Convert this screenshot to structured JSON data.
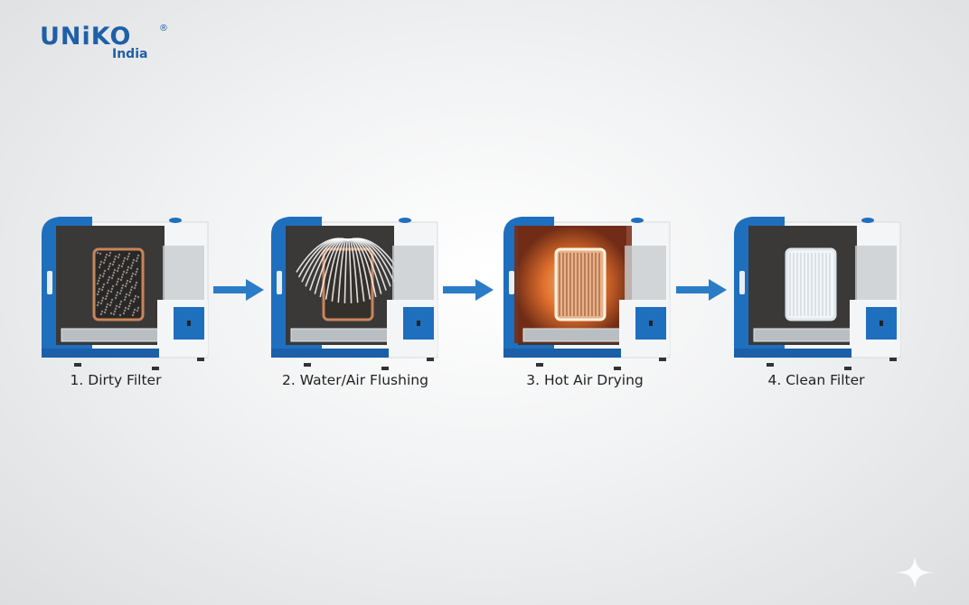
{
  "logo": {
    "brand": "UNiKO",
    "sub": "India",
    "reg": "®"
  },
  "colors": {
    "accent": "#1f6fbf",
    "body": "#f4f5f6",
    "interior": "#3a3938",
    "frame": "#c8855a",
    "hot": "#ff7a2a",
    "brand": "#1f5fa8"
  },
  "steps": [
    {
      "label": "1. Dirty Filter",
      "variant": "dirty"
    },
    {
      "label": "2. Water/Air Flushing",
      "variant": "water"
    },
    {
      "label": "3. Hot Air Drying",
      "variant": "hot"
    },
    {
      "label": "4. Clean Filter",
      "variant": "clean"
    }
  ],
  "icons": {
    "arrow": "arrow-right-icon",
    "watermark": "sparkle-icon"
  }
}
